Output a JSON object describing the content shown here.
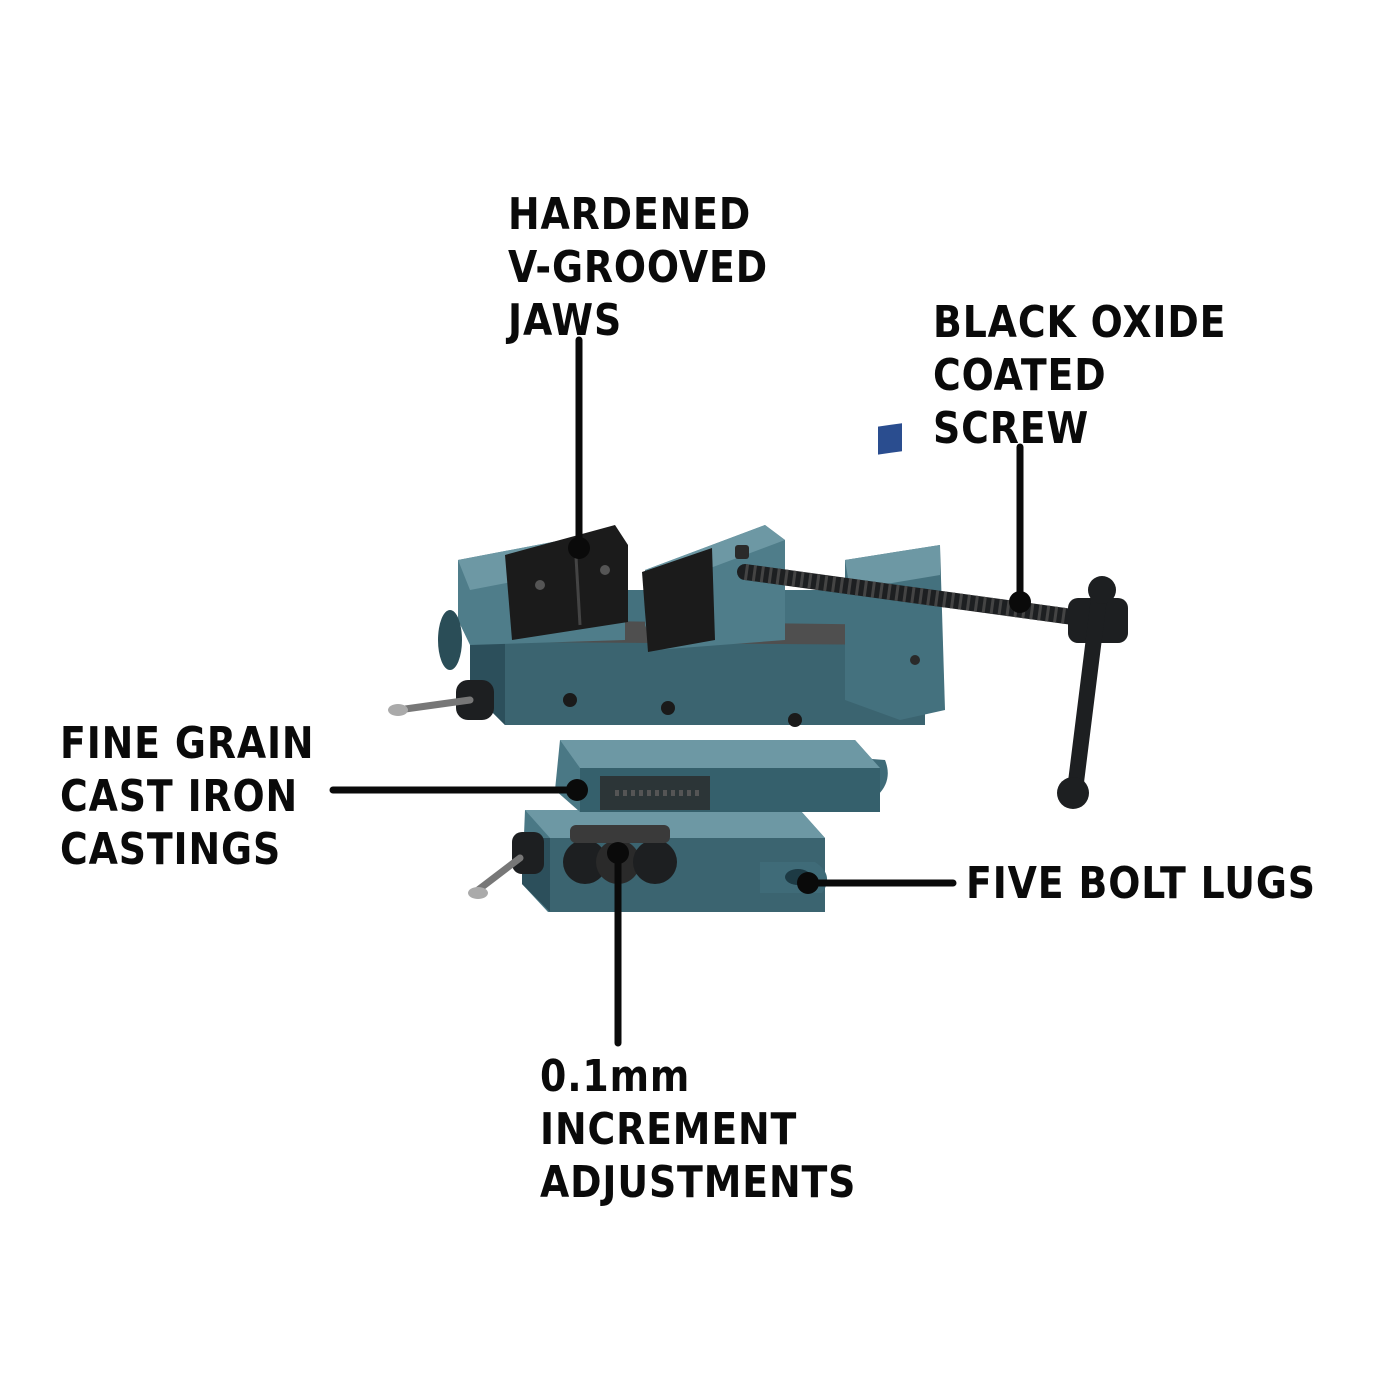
{
  "colors": {
    "vise_body": "#3f6b78",
    "vise_shadow": "#2c4f5b",
    "vise_highlight": "#6d98a4",
    "steel_dark": "#1d1f21",
    "callout_line": "#0a0a0a",
    "background": "#ffffff"
  },
  "callouts": [
    {
      "id": "jaws",
      "lines": [
        "HARDENED",
        "V-GROOVED",
        "JAWS"
      ]
    },
    {
      "id": "screw",
      "lines": [
        "BLACK OXIDE",
        "COATED",
        "SCREW"
      ]
    },
    {
      "id": "castings",
      "lines": [
        "FINE GRAIN",
        "CAST IRON",
        "CASTINGS"
      ]
    },
    {
      "id": "lugs",
      "lines": [
        "FIVE BOLT LUGS"
      ]
    },
    {
      "id": "increment",
      "lines": [
        "0.1mm",
        "INCREMENT",
        "ADJUSTMENTS"
      ]
    }
  ]
}
